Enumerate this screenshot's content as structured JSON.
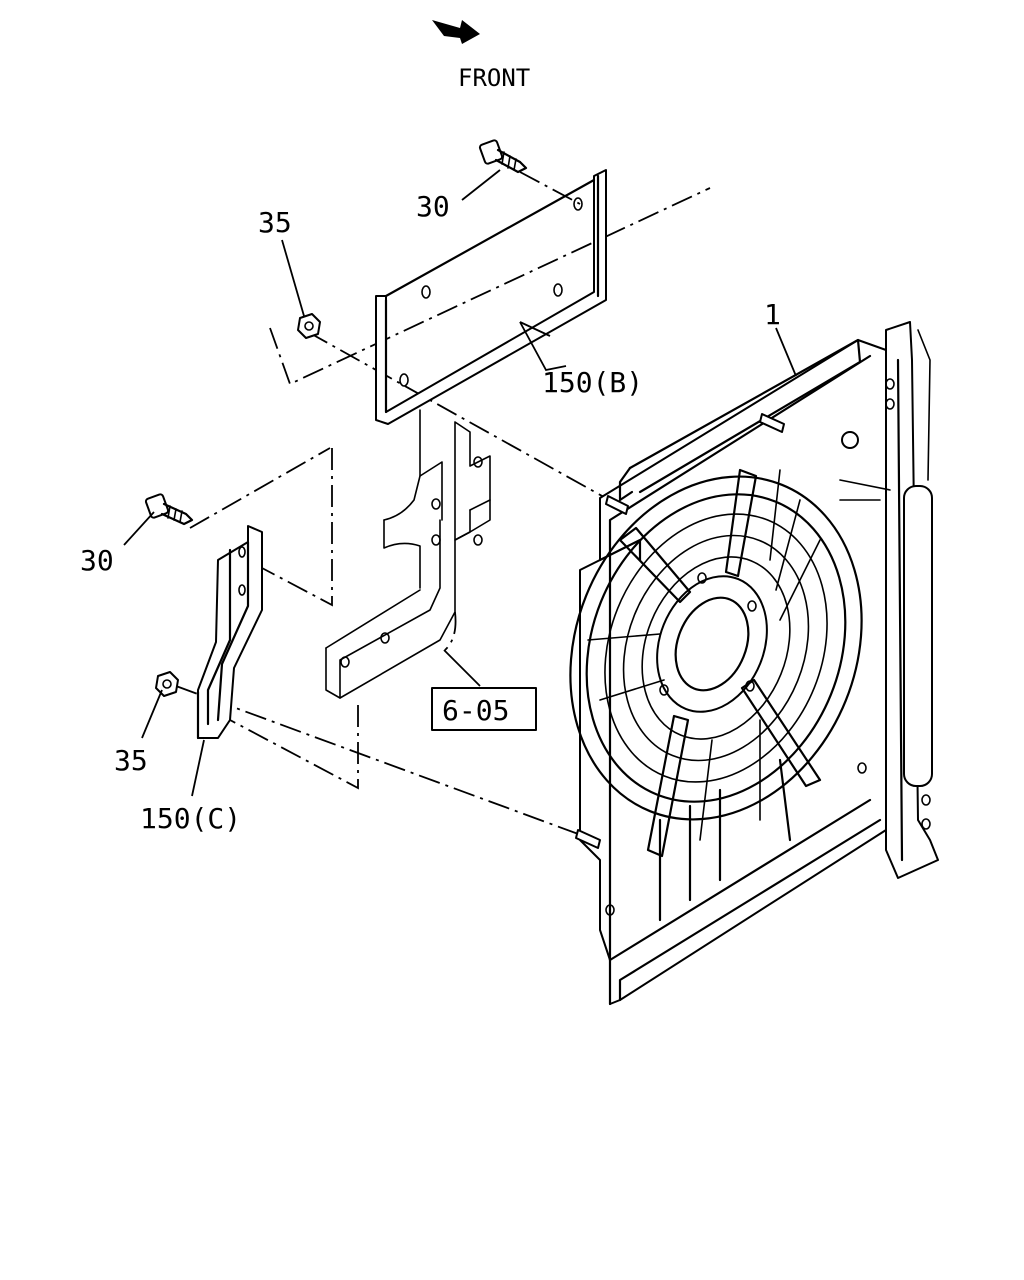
{
  "front_label": "FRONT",
  "callouts": {
    "fan_assembly": "1",
    "bolt_upper": "30",
    "bolt_lower": "30",
    "nut_upper": "35",
    "nut_lower": "35",
    "bracket_b": "150(B)",
    "bracket_c": "150(C)",
    "reference": "6-05"
  }
}
